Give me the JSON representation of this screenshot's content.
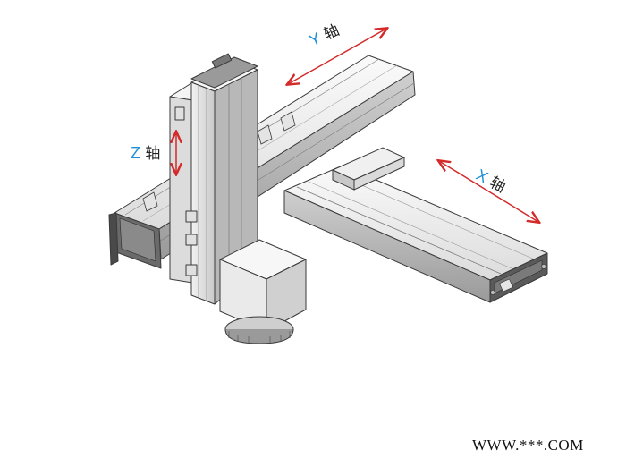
{
  "labels": {
    "y_axis": {
      "letter": "Y",
      "char": "轴"
    },
    "x_axis": {
      "letter": "X",
      "char": "轴"
    },
    "z_axis": {
      "letter": "Z",
      "char": "轴"
    }
  },
  "watermark": "WWW.***.COM",
  "colors": {
    "arrow": "#d42a2a",
    "axis_letter": "#1e8fd6",
    "line": "#3a3a3a",
    "metal_light": "#f4f4f4",
    "metal_mid": "#d9d9d9",
    "metal_dark": "#8e8e8e"
  }
}
